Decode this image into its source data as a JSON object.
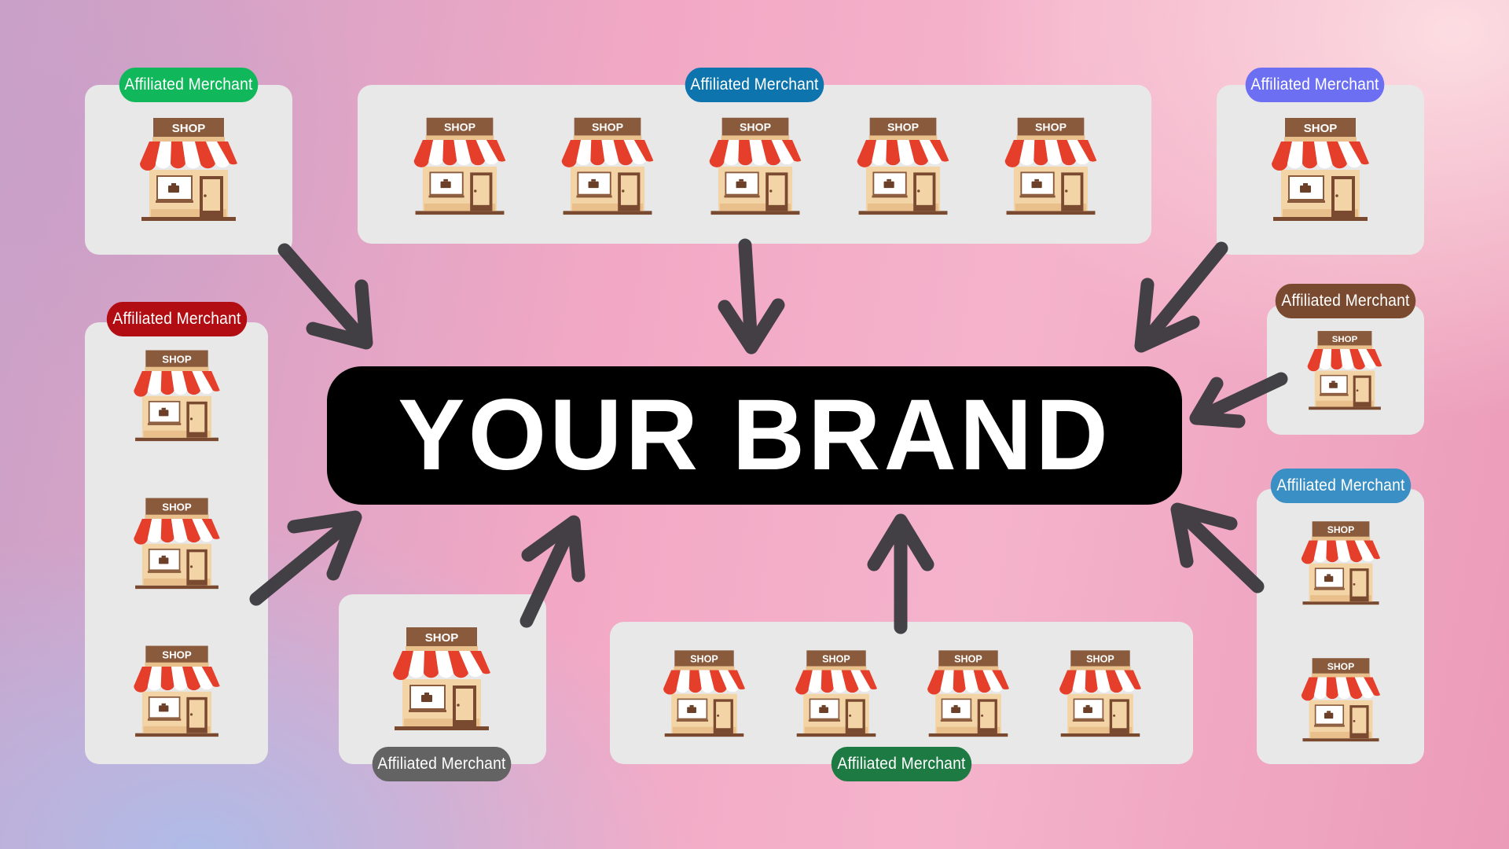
{
  "brand": {
    "label": "YOUR BRAND"
  },
  "shop": {
    "sign": "SHOP"
  },
  "groups": [
    {
      "id": "top-left",
      "label": "Affiliated Merchant",
      "color": "#10b85b"
    },
    {
      "id": "top-center",
      "label": "Affiliated Merchant",
      "color": "#0e74ad"
    },
    {
      "id": "top-right",
      "label": "Affiliated Merchant",
      "color": "#6d6ff2"
    },
    {
      "id": "left",
      "label": "Affiliated Merchant",
      "color": "#b20d12"
    },
    {
      "id": "right-mid",
      "label": "Affiliated Merchant",
      "color": "#7a4a30"
    },
    {
      "id": "right-bottom",
      "label": "Affiliated Merchant",
      "color": "#3a8fc4"
    },
    {
      "id": "bottom-left",
      "label": "Affiliated Merchant",
      "color": "#636363"
    },
    {
      "id": "bottom-center",
      "label": "Affiliated Merchant",
      "color": "#1d7a43"
    }
  ]
}
